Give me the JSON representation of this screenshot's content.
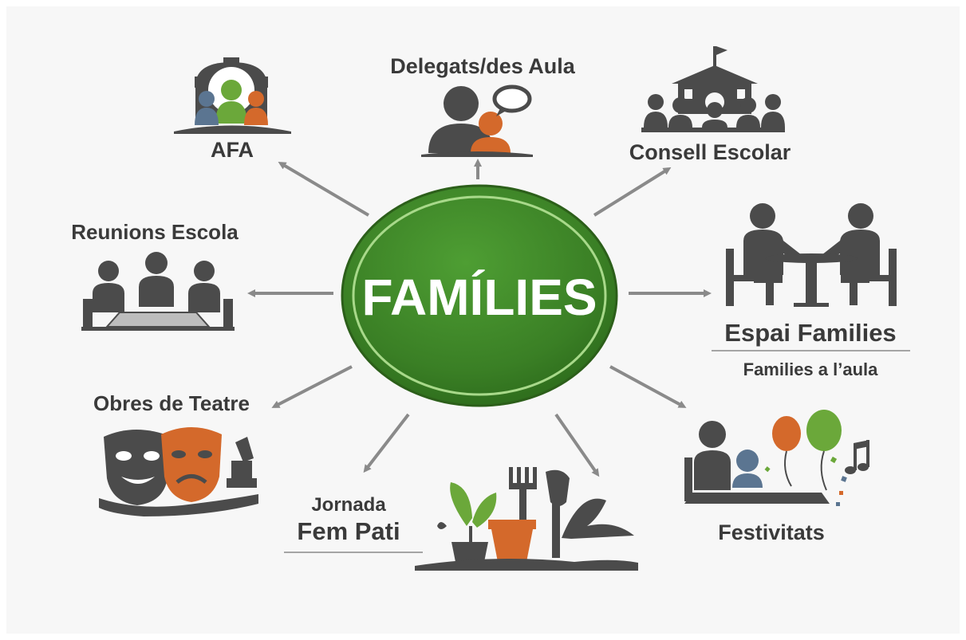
{
  "center": {
    "label": "FAMÍLIES",
    "color": "#3e8b2a"
  },
  "nodes": {
    "afa": {
      "label": "AFA"
    },
    "delegats": {
      "label": "Delegats/des Aula"
    },
    "consell": {
      "label": "Consell Escolar"
    },
    "reunions": {
      "label": "Reunions Escola"
    },
    "espai": {
      "label": "Espai Families",
      "sublabel": "Families a l’aula"
    },
    "teatre": {
      "label": "Obres de Teatre"
    },
    "jornada": {
      "label_line1": "Jornada",
      "label_line2": "Fem Pati"
    },
    "festivitats": {
      "label": "Festivitats"
    }
  },
  "icons": {
    "afa": "people-gear-icon",
    "delegats": "people-speech-bubble-icon",
    "consell": "school-building-people-icon",
    "reunions": "meeting-table-icon",
    "espai": "conversation-table-icon",
    "teatre": "theatre-masks-icon",
    "jornada": "garden-tools-icon",
    "festivitats": "party-balloons-icon"
  },
  "colors": {
    "dark": "#4b4b4b",
    "green": "#6ba83a",
    "orange": "#d4692b",
    "blue": "#5b7591",
    "arrow": "#8a8a8a"
  }
}
